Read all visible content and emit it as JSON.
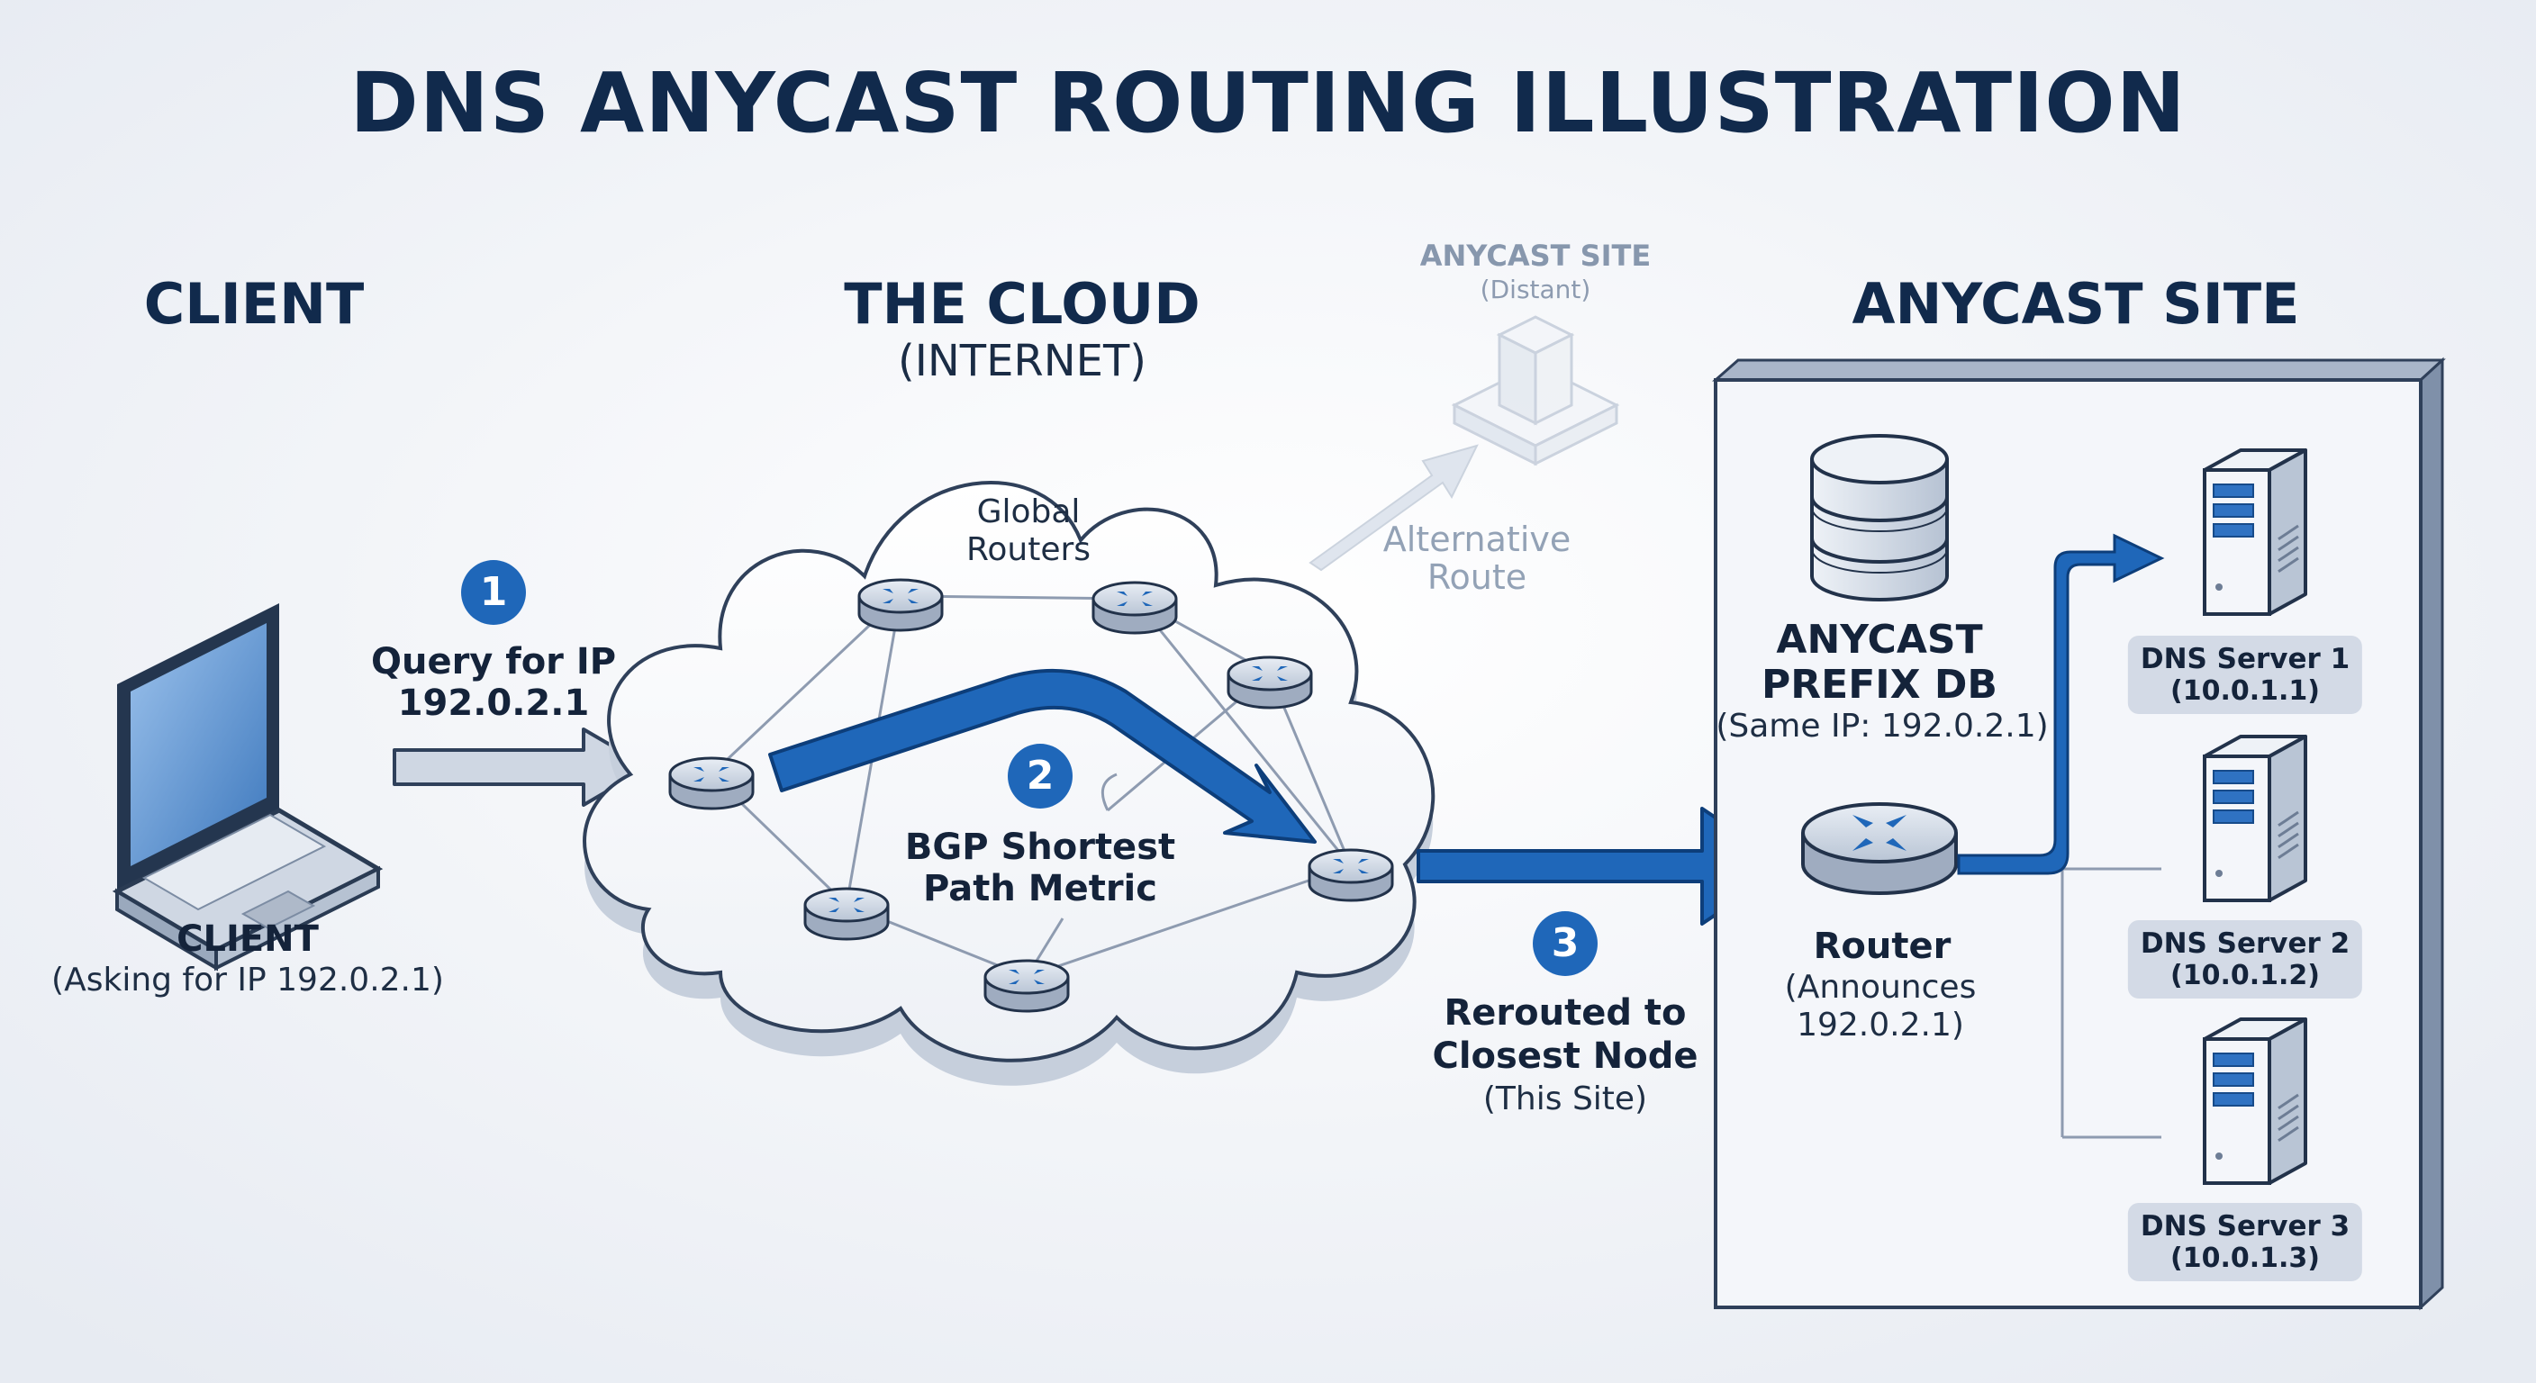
{
  "title": "DNS ANYCAST ROUTING ILLUSTRATION",
  "sections": {
    "client": "CLIENT",
    "cloud_title": "THE CLOUD",
    "cloud_subtitle": "(INTERNET)",
    "site": "ANYCAST SITE"
  },
  "distant_site": {
    "title": "ANYCAST SITE",
    "subtitle": "(Distant)",
    "route_line1": "Alternative",
    "route_line2": "Route"
  },
  "client": {
    "label": "CLIENT",
    "sublabel": "(Asking for IP 192.0.2.1)"
  },
  "steps": [
    {
      "num": "1",
      "line1": "Query for IP",
      "line2": "192.0.2.1"
    },
    {
      "num": "2",
      "line1": "BGP Shortest",
      "line2": "Path Metric"
    },
    {
      "num": "3",
      "line1": "Rerouted to",
      "line2": "Closest Node",
      "line3": "(This Site)"
    }
  ],
  "cloud": {
    "routers_line1": "Global",
    "routers_line2": "Routers"
  },
  "db": {
    "line1": "ANYCAST",
    "line2": "PREFIX DB",
    "line3": "(Same IP: 192.0.2.1)"
  },
  "router": {
    "line1": "Router",
    "line2": "(Announces",
    "line3": "192.0.2.1)"
  },
  "servers": [
    {
      "name": "DNS Server 1",
      "ip": "(10.0.1.1)"
    },
    {
      "name": "DNS Server 2",
      "ip": "(10.0.1.2)"
    },
    {
      "name": "DNS Server 3",
      "ip": "(10.0.1.3)"
    }
  ],
  "colors": {
    "accent": "#1f67b9",
    "navy": "#112a4c",
    "panel": "#f4f6fa",
    "faint": "#c3ccd9"
  }
}
